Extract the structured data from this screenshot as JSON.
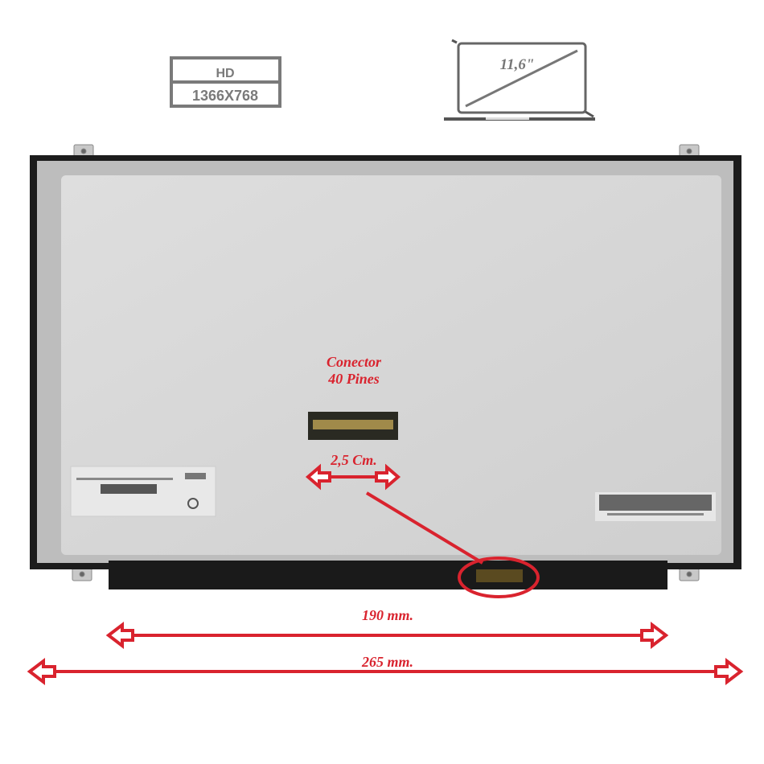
{
  "spec_box": {
    "line1": "HD",
    "line2": "1366X768"
  },
  "laptop_icon": {
    "size_label": "11,6\""
  },
  "connector": {
    "title_line1": "Conector",
    "title_line2": "40 Pines",
    "width_label": "2,5 Cm."
  },
  "dimensions": {
    "inner_width": "190 mm.",
    "outer_width": "265 mm."
  },
  "colors": {
    "accent": "#d9232e",
    "frame": "#1c1c1c",
    "panel": "#d4d4d4",
    "icon_gray": "#7a7a7a"
  }
}
